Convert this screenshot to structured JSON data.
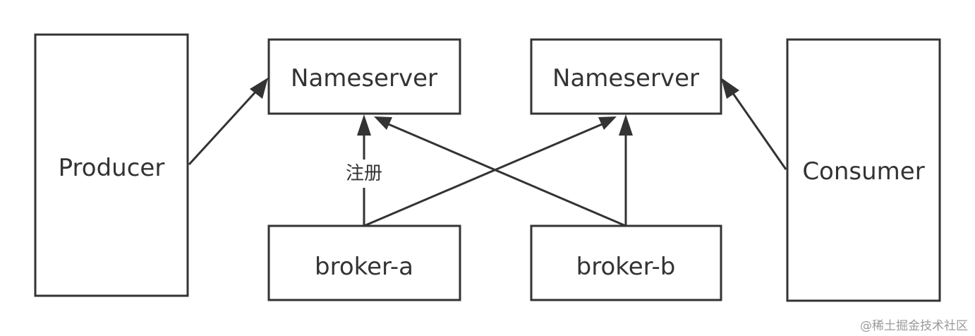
{
  "nodes": {
    "producer": "Producer",
    "nameserver_1": "Nameserver",
    "nameserver_2": "Nameserver",
    "broker_a": "broker-a",
    "broker_b": "broker-b",
    "consumer": "Consumer"
  },
  "edge_labels": {
    "register": "注册"
  },
  "watermark": "@稀土掘金技术社区",
  "colors": {
    "stroke": "#333333",
    "text": "#333333",
    "background": "#ffffff",
    "watermark": "#9a9a9a"
  }
}
